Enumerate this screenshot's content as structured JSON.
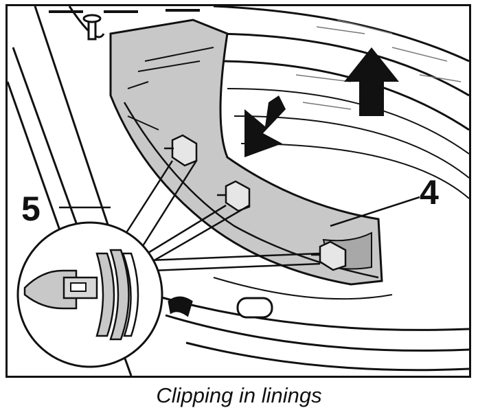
{
  "diagram": {
    "callouts": [
      {
        "id": "5"
      },
      {
        "id": "4"
      }
    ],
    "caption": "Clipping in linings"
  },
  "colors": {
    "line": "#111111",
    "panel": "#c8c8c8",
    "panel_dark": "#9a9a9a",
    "background": "#ffffff"
  }
}
